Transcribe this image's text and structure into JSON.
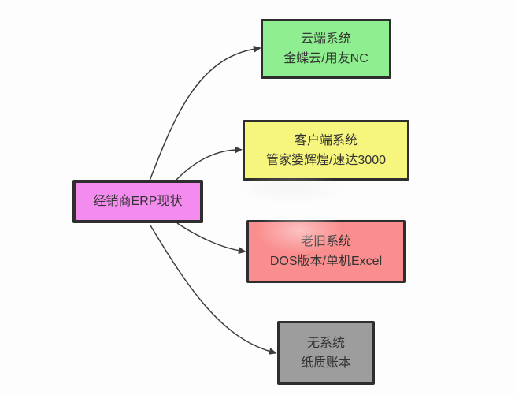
{
  "diagram": {
    "root": {
      "label": "经销商ERP现状",
      "fill": "#f48cef"
    },
    "nodes": [
      {
        "id": "cloud",
        "title": "云端系统",
        "subtitle": "金蝶云/用友NC",
        "fill": "#8fee8f"
      },
      {
        "id": "client",
        "title": "客户端系统",
        "subtitle": "管家婆辉煌/速达3000",
        "fill": "#f6f67e"
      },
      {
        "id": "legacy",
        "title": "老旧系统",
        "subtitle": "DOS版本/单机Excel",
        "fill": "#fa8e8e"
      },
      {
        "id": "none",
        "title": "无系统",
        "subtitle": "纸质账本",
        "fill": "#9d9d9d"
      }
    ],
    "colors": {
      "border": "#2e2e2e",
      "arrow": "#3c3c3c",
      "text": "#333333",
      "background": "#fdfdfd"
    }
  }
}
